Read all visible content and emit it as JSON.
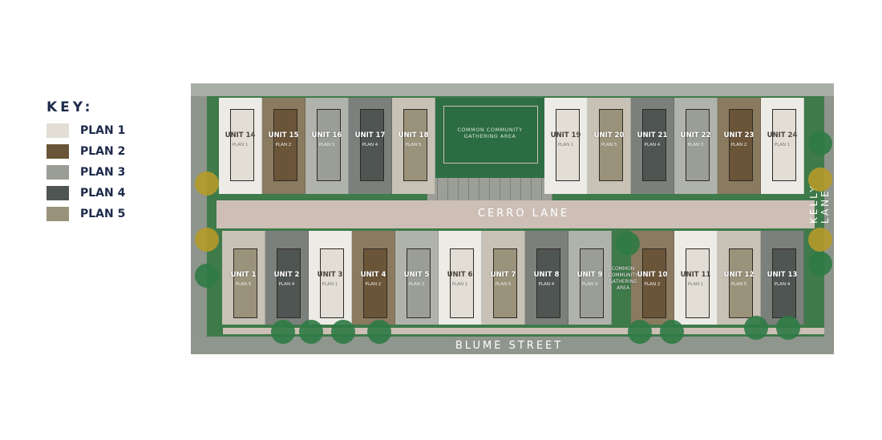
{
  "key": {
    "title": "KEY:",
    "plans": [
      {
        "label": "PLAN 1",
        "color": "#e2ded5"
      },
      {
        "label": "PLAN 2",
        "color": "#6b5538"
      },
      {
        "label": "PLAN 3",
        "color": "#9a9e96"
      },
      {
        "label": "PLAN 4",
        "color": "#4f5552"
      },
      {
        "label": "PLAN 5",
        "color": "#9b927b"
      }
    ]
  },
  "streets": {
    "cerro": "CERRO LANE",
    "blume": "BLUME STREET",
    "kelly": "KELLY LANE"
  },
  "gathering_main": "COMMON COMMUNITY GATHERING AREA",
  "gathering_small": "COMMON COMMUNITY GATHERING AREA",
  "top_units": [
    {
      "unit": "UNIT 14",
      "plan": "PLAN 1",
      "p": 1
    },
    {
      "unit": "UNIT 15",
      "plan": "PLAN 2",
      "p": 2
    },
    {
      "unit": "UNIT 16",
      "plan": "PLAN 3",
      "p": 3
    },
    {
      "unit": "UNIT 17",
      "plan": "PLAN 4",
      "p": 4
    },
    {
      "unit": "UNIT 18",
      "plan": "PLAN 5",
      "p": 5
    },
    {
      "unit": "UNIT 19",
      "plan": "PLAN 1",
      "p": 1
    },
    {
      "unit": "UNIT 20",
      "plan": "PLAN 5",
      "p": 5
    },
    {
      "unit": "UNIT 21",
      "plan": "PLAN 4",
      "p": 4
    },
    {
      "unit": "UNIT 22",
      "plan": "PLAN 3",
      "p": 3
    },
    {
      "unit": "UNIT 23",
      "plan": "PLAN 2",
      "p": 2
    },
    {
      "unit": "UNIT 24",
      "plan": "PLAN 1",
      "p": 1
    }
  ],
  "bottom_units": [
    {
      "unit": "UNIT 1",
      "plan": "PLAN 5",
      "p": 5
    },
    {
      "unit": "UNIT 2",
      "plan": "PLAN 4",
      "p": 4
    },
    {
      "unit": "UNIT 3",
      "plan": "PLAN 1",
      "p": 1
    },
    {
      "unit": "UNIT 4",
      "plan": "PLAN 2",
      "p": 2
    },
    {
      "unit": "UNIT 5",
      "plan": "PLAN 3",
      "p": 3
    },
    {
      "unit": "UNIT 6",
      "plan": "PLAN 1",
      "p": 1
    },
    {
      "unit": "UNIT 7",
      "plan": "PLAN 5",
      "p": 5
    },
    {
      "unit": "UNIT 8",
      "plan": "PLAN 4",
      "p": 4
    },
    {
      "unit": "UNIT 9",
      "plan": "PLAN 3",
      "p": 3
    },
    {
      "unit": "UNIT 10",
      "plan": "PLAN 2",
      "p": 2
    },
    {
      "unit": "UNIT 11",
      "plan": "PLAN 1",
      "p": 1
    },
    {
      "unit": "UNIT 12",
      "plan": "PLAN 5",
      "p": 5
    },
    {
      "unit": "UNIT 13",
      "plan": "PLAN 4",
      "p": 4
    }
  ]
}
